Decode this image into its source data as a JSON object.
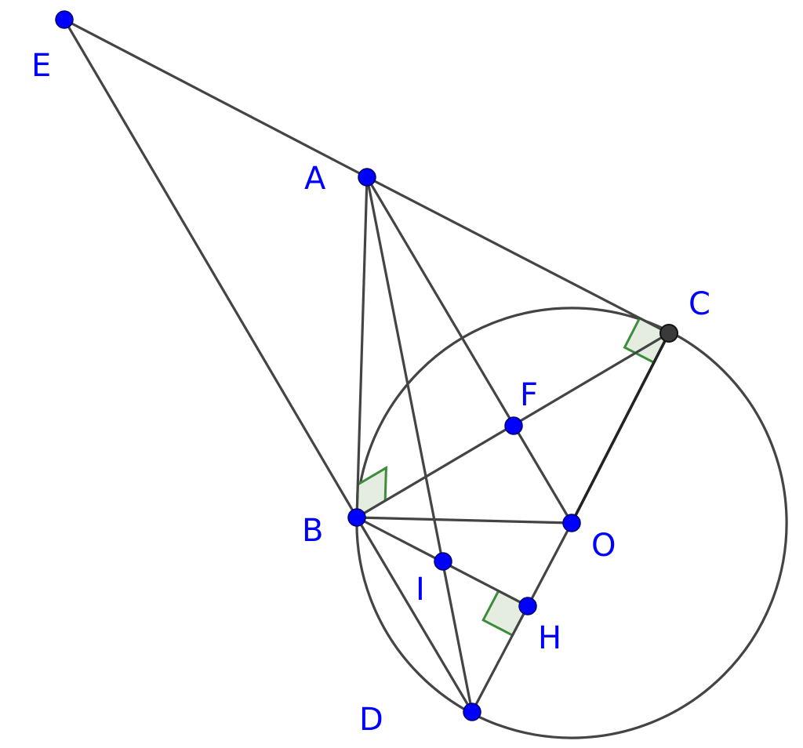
{
  "points": {
    "E": {
      "label": "E"
    },
    "A": {
      "label": "A"
    },
    "C": {
      "label": "C"
    },
    "F": {
      "label": "F"
    },
    "B": {
      "label": "B"
    },
    "O": {
      "label": "O"
    },
    "I": {
      "label": "I"
    },
    "H": {
      "label": "H"
    },
    "D": {
      "label": "D"
    }
  },
  "segments": [
    [
      "E",
      "A"
    ],
    [
      "A",
      "C"
    ],
    [
      "E",
      "B"
    ],
    [
      "A",
      "B"
    ],
    [
      "A",
      "D"
    ],
    [
      "A",
      "O"
    ],
    [
      "C",
      "B"
    ],
    [
      "C",
      "O"
    ],
    [
      "B",
      "O"
    ],
    [
      "B",
      "D"
    ],
    [
      "B",
      "H"
    ],
    [
      "O",
      "D"
    ]
  ],
  "circles": [
    {
      "center": "O",
      "through": "B"
    }
  ],
  "right_angles": [
    {
      "vertex": "C",
      "arms": [
        "A",
        "O"
      ]
    },
    {
      "vertex": "B",
      "arms": [
        "A",
        "C"
      ]
    },
    {
      "vertex": "H",
      "arms": [
        "B",
        "D"
      ]
    }
  ],
  "colors": {
    "point": "#0000ff",
    "label": "#0000ff",
    "line": "#444444",
    "right_angle_stroke": "#3c8c3c",
    "right_angle_fill": "#e4ede0"
  }
}
